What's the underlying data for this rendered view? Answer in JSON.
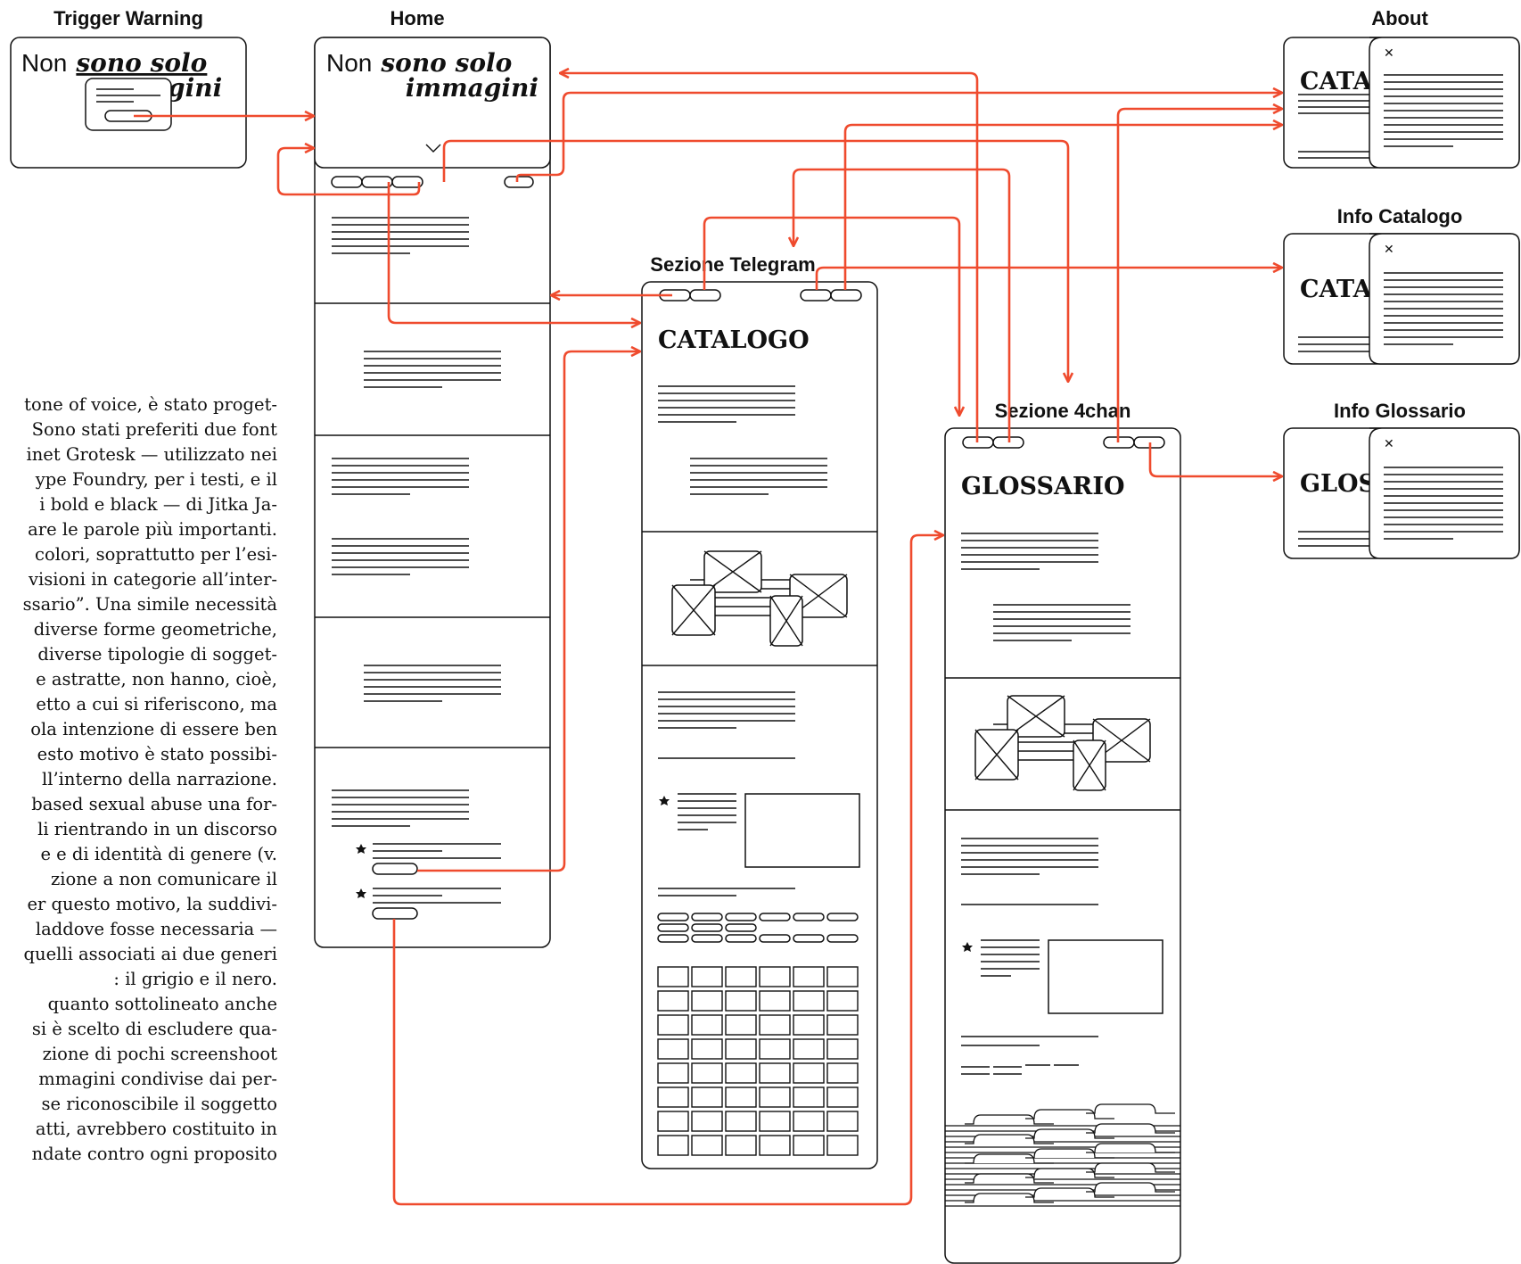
{
  "colors": {
    "arrow": "#ef4b2e",
    "ink": "#111111",
    "background": "#ffffff"
  },
  "screens": {
    "trigger_warning": "Trigger Warning",
    "home": "Home",
    "sezione_telegram": "Sezione Telegram",
    "sezione_4chan": "Sezione 4chan",
    "about": "About",
    "info_catalogo": "Info Catalogo",
    "info_glossario": "Info Glossario"
  },
  "headline": {
    "plain": "Non",
    "italic_1": "sono solo",
    "italic_2": "immagini"
  },
  "headline_partial": "gini",
  "catalogo_title": "CATALOGO",
  "glossario_title": "GLOSSARIO",
  "info_catalogo_title": "CATA",
  "info_glossario_title": "GLOS",
  "about_title": "CATA",
  "close_glyph": "✕",
  "body_text": [
    "tone of voice, è stato proget-",
    "Sono stati preferiti due font",
    "inet Grotesk — utilizzato nei",
    "ype Foundry, per i testi, e il",
    "i bold e black — di Jitka Ja-",
    "are le parole più importanti.",
    "colori, soprattutto per l’esi-",
    "visioni in categorie all’inter-",
    "ssario”. Una simile necessità",
    "diverse forme geometriche,",
    "diverse tipologie di sogget-",
    "e astratte, non hanno, cioè,",
    "etto a cui si riferiscono, ma",
    "ola intenzione di essere ben",
    "esto motivo è stato possibi-",
    "ll’interno della narrazione.",
    "based sexual abuse una for-",
    "li rientrando in un discorso",
    "e e di identità di genere (v.",
    "zione a non comunicare il",
    "er questo motivo, la suddivi-",
    "laddove fosse necessaria —",
    "quelli associati ai due generi",
    ": il grigio e il nero.",
    "quanto sottolineato anche",
    "si è scelto di escludere qua-",
    "zione di pochi screenshoot",
    "mmagini condivise dai per-",
    "se riconoscibile il soggetto",
    "atti, avrebbero costituito in",
    "ndate contro ogni proposito"
  ]
}
